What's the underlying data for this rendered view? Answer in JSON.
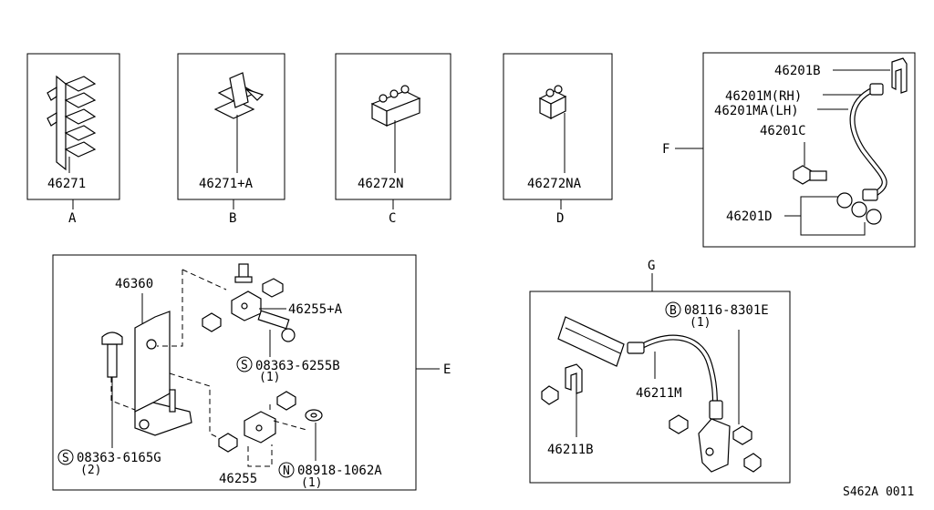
{
  "diagram_id": "S462A 0011",
  "clips": {
    "a": {
      "part": "46271",
      "letter": "A"
    },
    "b": {
      "part": "46271+A",
      "letter": "B"
    },
    "c": {
      "part": "46272N",
      "letter": "C"
    },
    "d": {
      "part": "46272NA",
      "letter": "D"
    }
  },
  "hose_front": {
    "letter": "F",
    "clip": "46201B",
    "hose_rh": "46201M(RH)",
    "hose_lh": "46201MA(LH)",
    "bolt": "46201C",
    "washer": "46201D"
  },
  "bracket_assy": {
    "letter": "E",
    "bracket": "46360",
    "connector_a": "46255+A",
    "bolt_a_code": "S",
    "bolt_a": "08363-6255B",
    "bolt_a_qty": "(1)",
    "bolt_b_code": "S",
    "bolt_b": "08363-6165G",
    "bolt_b_qty": "(2)",
    "connector": "46255",
    "nut_code": "N",
    "nut": "08918-1062A",
    "nut_qty": "(1)"
  },
  "hose_rear": {
    "letter": "G",
    "bolt_code": "B",
    "bolt": "08116-8301E",
    "bolt_qty": "(1)",
    "hose": "46211M",
    "clip": "46211B"
  }
}
